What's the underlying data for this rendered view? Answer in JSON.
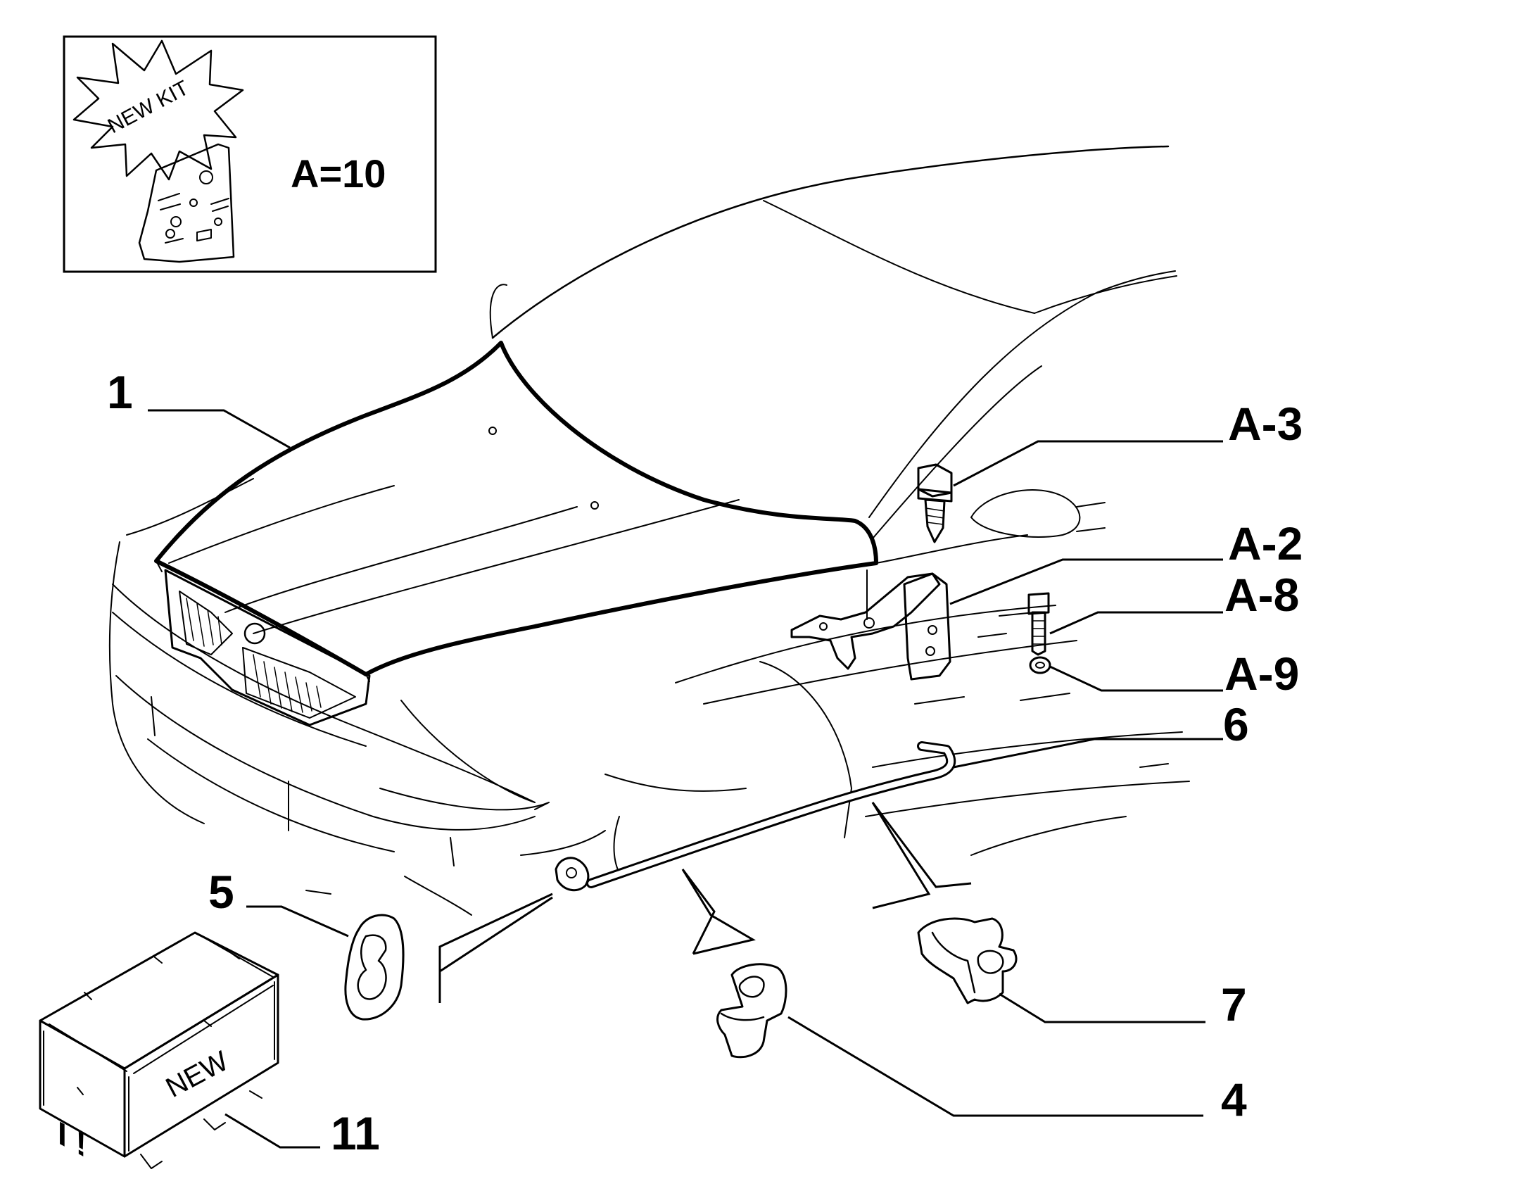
{
  "inset": {
    "badge": "NEW KIT",
    "kit_label": "A=10"
  },
  "crate": {
    "label": "NEW",
    "mark": "I !"
  },
  "callouts": {
    "c1": "1",
    "a3": "A-3",
    "a2": "A-2",
    "a8": "A-8",
    "a9": "A-9",
    "c6": "6",
    "c5": "5",
    "c7": "7",
    "c4": "4",
    "c11": "11"
  }
}
